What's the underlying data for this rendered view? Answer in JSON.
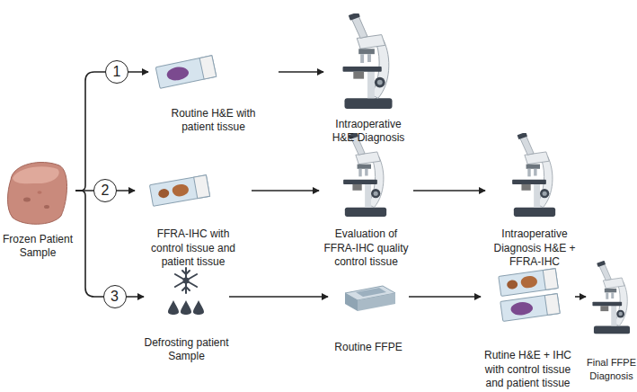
{
  "diagram": {
    "nodes": [
      {
        "text": [
          "Frozen Patient Sample"
        ]
      },
      {
        "text": [
          "Routine H&E with patient tissue"
        ]
      },
      {
        "text": [
          "Intraoperative H&E Diagnosis"
        ]
      },
      {
        "text": [
          "FFRA-IHC with control tissue and patient tissue"
        ]
      },
      {
        "text": [
          "Evaluation of FFRA-IHC quality control tissue"
        ]
      },
      {
        "text": [
          "Intraoperative Diagnosis H&E + FFRA-IHC"
        ]
      },
      {
        "text": [
          "Defrosting patient Sample"
        ]
      },
      {
        "text": [
          "Routine FFPE"
        ]
      },
      {
        "text": [
          "Rutine H&E + IHC with control tissue and patient tissue"
        ]
      },
      {
        "text": [
          "Final FFPE Diagnosis"
        ]
      }
    ],
    "edges": [
      {
        "from": 0,
        "to": 1,
        "label": "1",
        "arrow": "to"
      },
      {
        "from": 1,
        "to": 2,
        "arrow": "to"
      },
      {
        "from": 0,
        "to": 3,
        "label": "2",
        "arrow": "to"
      },
      {
        "from": 3,
        "to": 4,
        "arrow": "to"
      },
      {
        "from": 4,
        "to": 5,
        "arrow": "to"
      },
      {
        "from": 0,
        "to": 6,
        "label": "3",
        "arrow": "to"
      },
      {
        "from": 6,
        "to": 7,
        "arrow": "to"
      },
      {
        "from": 7,
        "to": 8,
        "arrow": "to"
      },
      {
        "from": 8,
        "to": 9,
        "arrow": "to"
      }
    ]
  }
}
